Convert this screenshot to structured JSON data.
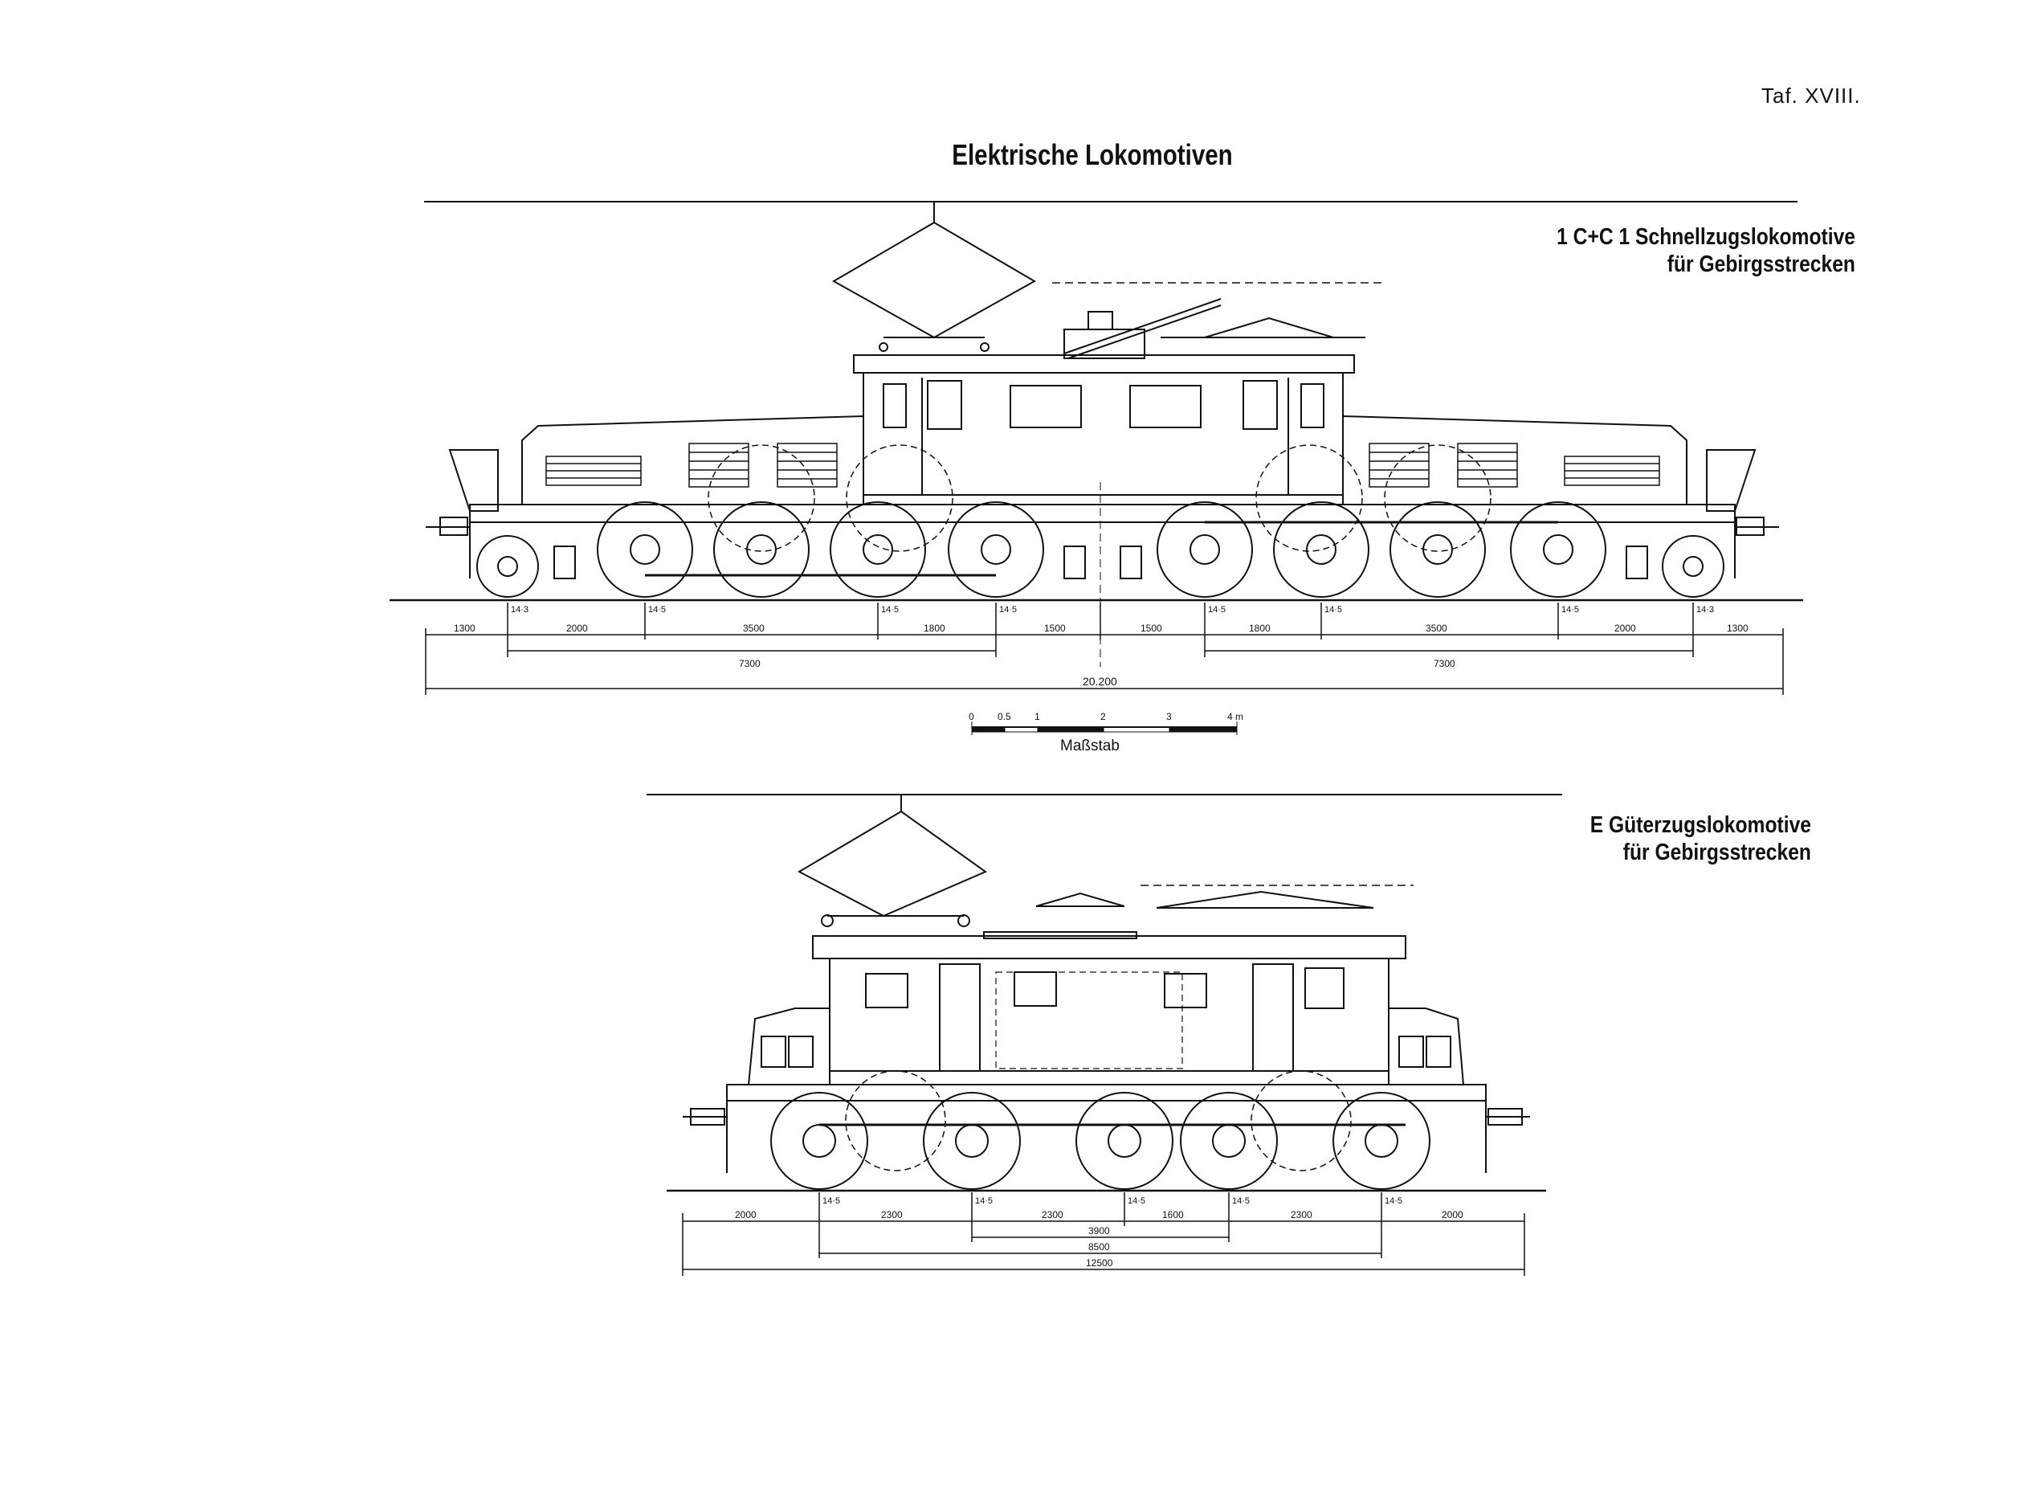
{
  "plate_number": "Taf. XVIII.",
  "title": "Elektrische Lokomotiven",
  "locomotive_1": {
    "caption_line1": "1 C+C 1 Schnellzugslokomotive",
    "caption_line2": "für Gebirgsstrecken",
    "axle_loads": [
      "14·3",
      "14·5",
      "14·5",
      "14·5",
      "14·5",
      "14·5",
      "14·5",
      "14·3"
    ],
    "dimensions_row1": [
      "1300",
      "2000",
      "3500",
      "1800",
      "1500",
      "1500",
      "1800",
      "3500",
      "2000",
      "1300"
    ],
    "dimensions_row2": [
      "7300",
      "7300"
    ],
    "total_length": "20.200"
  },
  "scale_bar": {
    "ticks": [
      "0",
      "0.5",
      "1",
      "2",
      "3",
      "4 m"
    ],
    "label": "Maßstab"
  },
  "locomotive_2": {
    "caption_line1": "E Güterzugslokomotive",
    "caption_line2": "für Gebirgsstrecken",
    "axle_loads": [
      "14·5",
      "14·5",
      "14·5",
      "14·5",
      "14·5"
    ],
    "dimensions_row1": [
      "2000",
      "2300",
      "2300",
      "1600",
      "2300",
      "2000"
    ],
    "dimensions_row2": "3900",
    "dimensions_row3": "8500",
    "total_length": "12500"
  }
}
